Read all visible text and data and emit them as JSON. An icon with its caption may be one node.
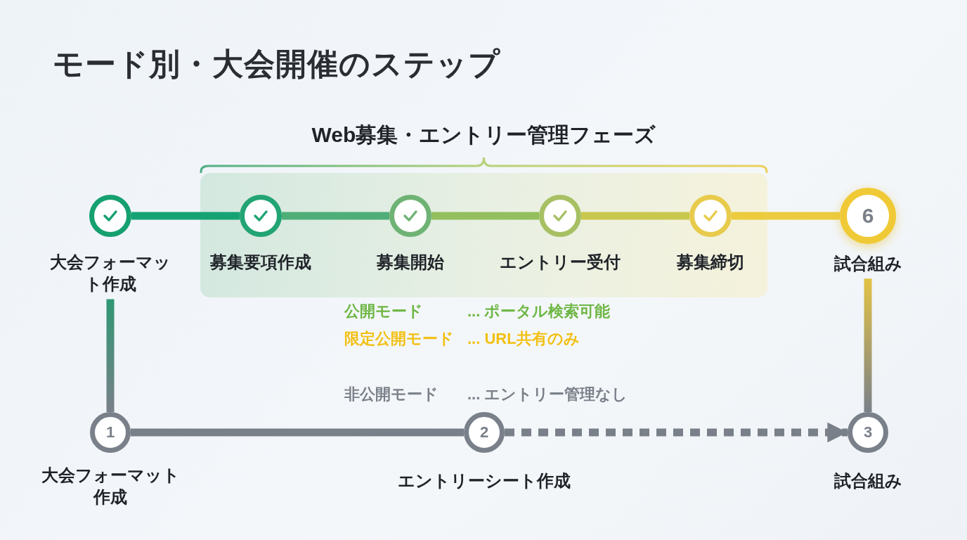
{
  "diagram": {
    "title": "モード別・大会開催のステップ",
    "nodes": [
      {
        "text": [
          "Web募集・エントリー管理フェーズ"
        ]
      },
      {
        "text": [
          "大会フォーマット作成"
        ]
      },
      {
        "text": [
          "募集要項作成"
        ],
        "in": 0
      },
      {
        "text": [
          "募集開始"
        ],
        "in": 0
      },
      {
        "text": [
          "エントリー受付"
        ],
        "in": 0
      },
      {
        "text": [
          "募集締切"
        ],
        "in": 0
      },
      {
        "text": [
          "6",
          "試合組み"
        ]
      },
      {
        "text": [
          "1",
          "大会フォーマット作成"
        ]
      },
      {
        "text": [
          "2",
          "エントリーシート作成"
        ]
      },
      {
        "text": [
          "3",
          "試合組み"
        ]
      }
    ],
    "edges": [
      {
        "from": 1,
        "to": 2,
        "arrow": "none",
        "color": "#16a374"
      },
      {
        "from": 2,
        "to": 3,
        "arrow": "none",
        "color": "#4fae78"
      },
      {
        "from": 3,
        "to": 4,
        "arrow": "none",
        "color": "#93bf5e"
      },
      {
        "from": 4,
        "to": 5,
        "arrow": "none",
        "color": "#c9c84e"
      },
      {
        "from": 5,
        "to": 6,
        "arrow": "none",
        "color": "#eccb3e"
      },
      {
        "from": 1,
        "to": 7,
        "arrow": "none",
        "color": "#2b9872"
      },
      {
        "from": 6,
        "to": 9,
        "arrow": "none",
        "color": "#e6c544"
      },
      {
        "from": 7,
        "to": 8,
        "arrow": "none"
      },
      {
        "from": 8,
        "to": 9,
        "arrow": "to",
        "style": "dashed"
      }
    ],
    "labels": [
      "公開モード",
      "... ポータル検索可能",
      "限定公開モード",
      "... URL共有のみ",
      "非公開モード",
      "... エントリー管理なし"
    ]
  }
}
